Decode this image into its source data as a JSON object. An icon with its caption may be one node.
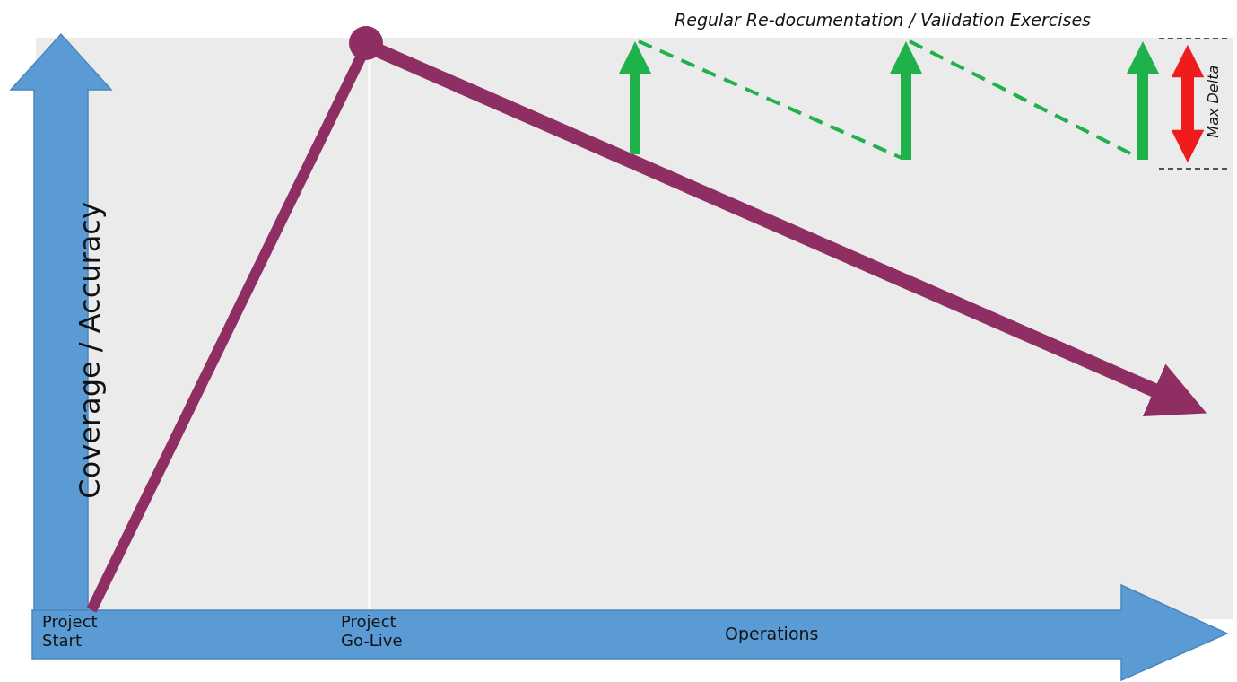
{
  "diagram": {
    "labels": [
      "Regular Re-documentation / Validation Exercises",
      "Max Delta",
      "Coverage / Accuracy",
      "Project Start",
      "Project Go-Live",
      "Operations"
    ]
  }
}
